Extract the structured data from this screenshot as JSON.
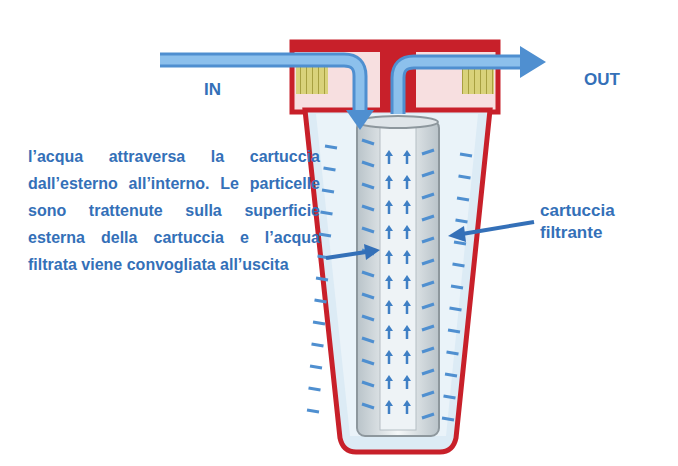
{
  "diagram": {
    "labels": [
      "IN",
      "OUT",
      "l’acqua attraversa la cartuccia dall’esterno all’interno. Le particelle sono trattenute sulla superficie esterna della cartuccia e l’acqua filtrata viene convogliata all’uscita",
      "cartuccia filtrante"
    ]
  }
}
